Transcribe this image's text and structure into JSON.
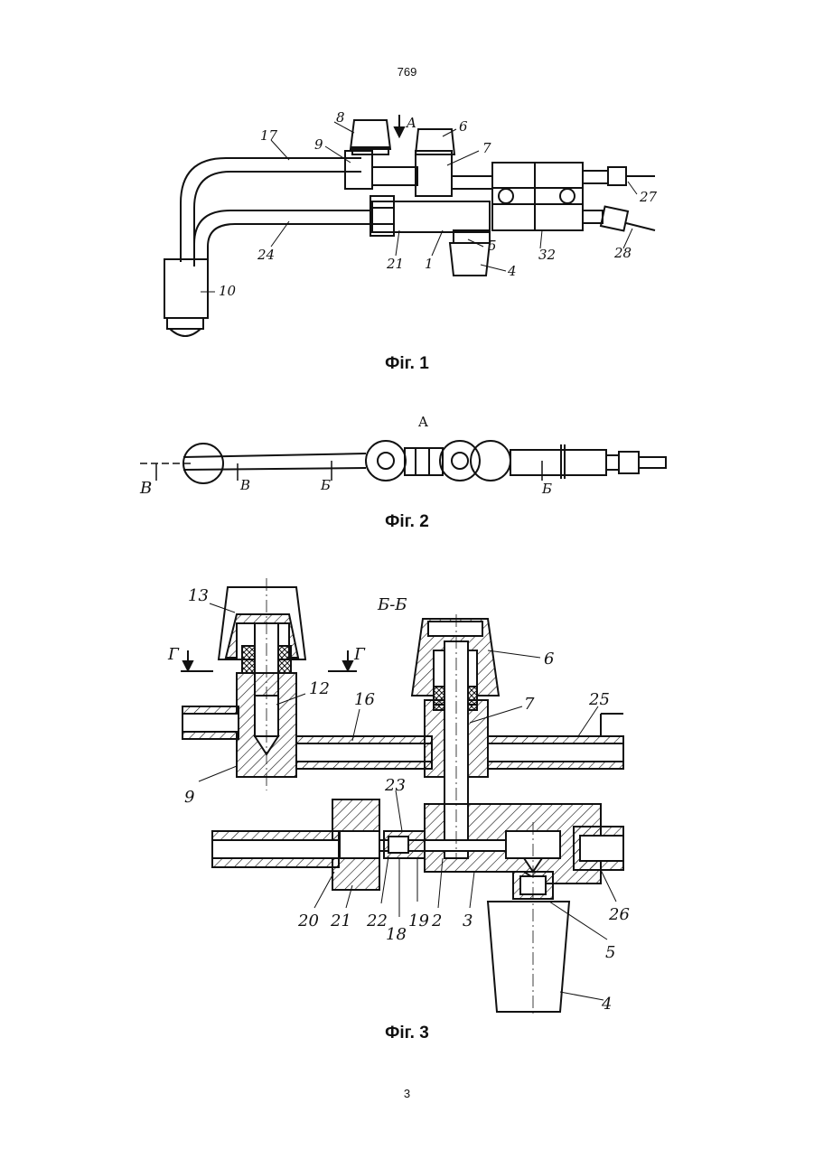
{
  "header": {
    "page_number": "769"
  },
  "footer": {
    "page_number": "3"
  },
  "figures": [
    {
      "caption": "Фіг. 1",
      "view_marker": "A",
      "labels": [
        "17",
        "8",
        "9",
        "6",
        "7",
        "24",
        "21",
        "1",
        "5",
        "4",
        "32",
        "27",
        "28",
        "10"
      ]
    },
    {
      "caption": "Фіг. 2",
      "view_title": "A",
      "labels": [
        "B",
        "B",
        "Б",
        "Б"
      ]
    },
    {
      "caption": "Фіг. 3",
      "section_title": "Б-Б",
      "section_marker": "Г",
      "labels": [
        "13",
        "12",
        "16",
        "7",
        "6",
        "25",
        "9",
        "23",
        "20",
        "21",
        "22",
        "18",
        "19",
        "2",
        "3",
        "26",
        "5",
        "4"
      ]
    }
  ]
}
